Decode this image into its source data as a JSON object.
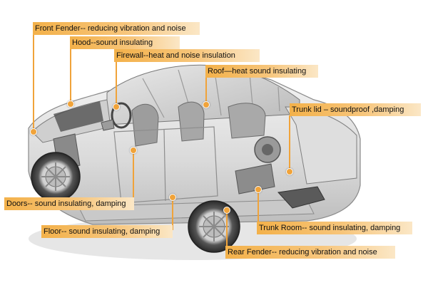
{
  "labels": {
    "front_fender": "Front Fender-- reducing vibration and noise",
    "hood": "Hood--sound insulating",
    "firewall": "Firewall--heat and noise insulation",
    "roof": "Roof—heat sound insulating",
    "trunk_lid": "Trunk lid – soundproof ,damping",
    "doors": "Doors-- sound insulating, damping",
    "floor": "Floor-- sound insulating, damping",
    "trunk_room": "Trunk Room-- sound insulating, damping",
    "rear_fender": "Rear Fender-- reducing vibration and noise"
  },
  "colors": {
    "accent": "#f0a33a",
    "label_start": "#f3b14a",
    "label_end": "#fbe7c6"
  }
}
